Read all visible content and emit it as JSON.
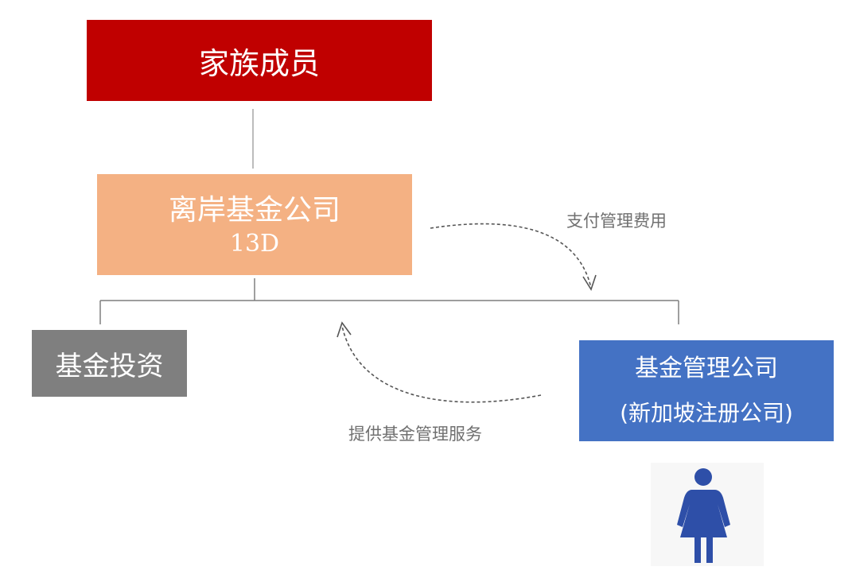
{
  "nodes": {
    "family": {
      "label": "家族成员",
      "color": "#c00000"
    },
    "offshore": {
      "label": "离岸基金公司",
      "sublabel": "13D",
      "color": "#f4b183"
    },
    "investment": {
      "label": "基金投资",
      "color": "#7f7f7f"
    },
    "management": {
      "label": "基金管理公司",
      "sublabel": "(新加坡注册公司)",
      "color": "#4472c4"
    }
  },
  "edges": {
    "pay_fee": {
      "label": "支付管理费用"
    },
    "provide_service": {
      "label": "提供基金管理服务"
    }
  },
  "icons": {
    "person": "person-female-icon",
    "person_color": "#2e4fa8"
  }
}
